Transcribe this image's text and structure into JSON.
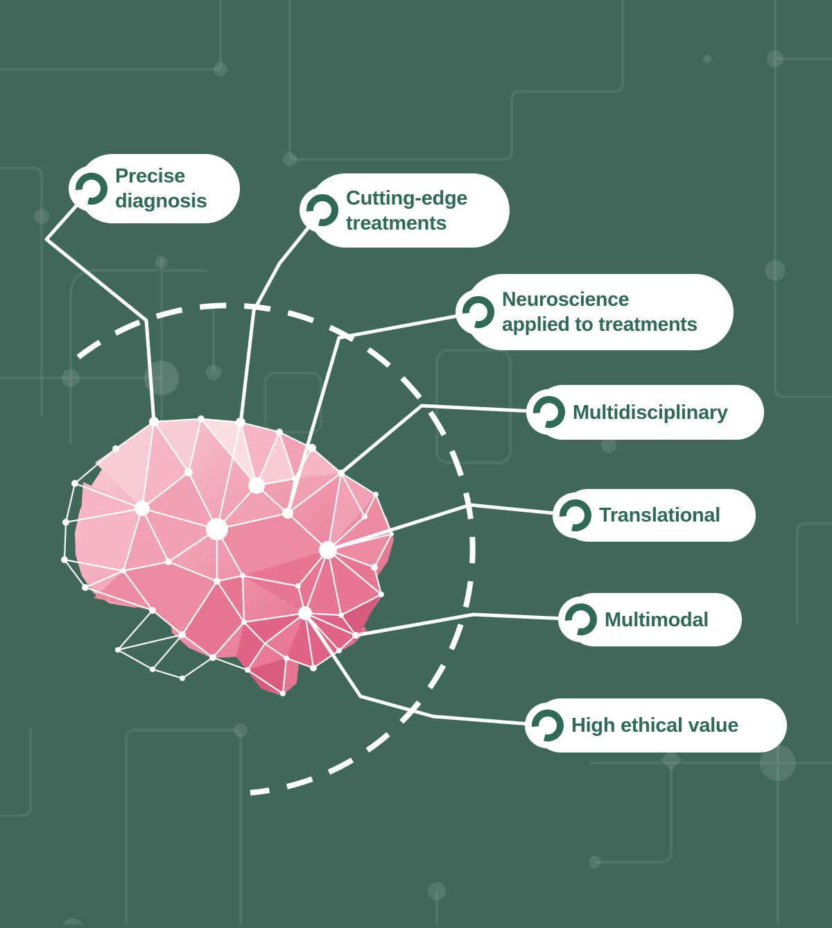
{
  "title": "Brain network infographic with seven feature labels",
  "colors": {
    "background": "#40685a",
    "circuit_line": "rgba(255,255,255,0.08)",
    "circuit_node": "rgba(255,255,255,0.11)",
    "circuit_accent": "rgba(255,255,255,0.14)",
    "pill_bg": "#ffffff",
    "label_text": "#2e6a57",
    "ring_green": "#2e6a57",
    "connector": "#ffffff",
    "mesh": "#ffffff",
    "pink_a": "#fadee4",
    "pink_b": "#f8ccd6",
    "pink_c": "#f5b5c4",
    "pink_d": "#f2a0b4",
    "pink_e": "#ed8ba3",
    "pink_f": "#e77693",
    "pink_g": "#e06385",
    "pink_h": "#d85a7d",
    "grad_1": "#f9d6dd",
    "grad_2": "#f2a3b6",
    "grad_3": "#e87b96",
    "grad_4": "#e06686"
  },
  "labels": [
    {
      "id": "precise-diagnosis",
      "line1": "Precise",
      "line2": "diagnosis"
    },
    {
      "id": "cutting-edge-treatments",
      "line1": "Cutting-edge",
      "line2": "treatments"
    },
    {
      "id": "neuroscience-applied",
      "line1": "Neuroscience",
      "line2": "applied to treatments"
    },
    {
      "id": "multidisciplinary",
      "line1": "Multidisciplinary",
      "line2": ""
    },
    {
      "id": "translational",
      "line1": "Translational",
      "line2": ""
    },
    {
      "id": "multimodal",
      "line1": "Multimodal",
      "line2": ""
    },
    {
      "id": "high-ethical-value",
      "line1": "High ethical value",
      "line2": ""
    }
  ]
}
